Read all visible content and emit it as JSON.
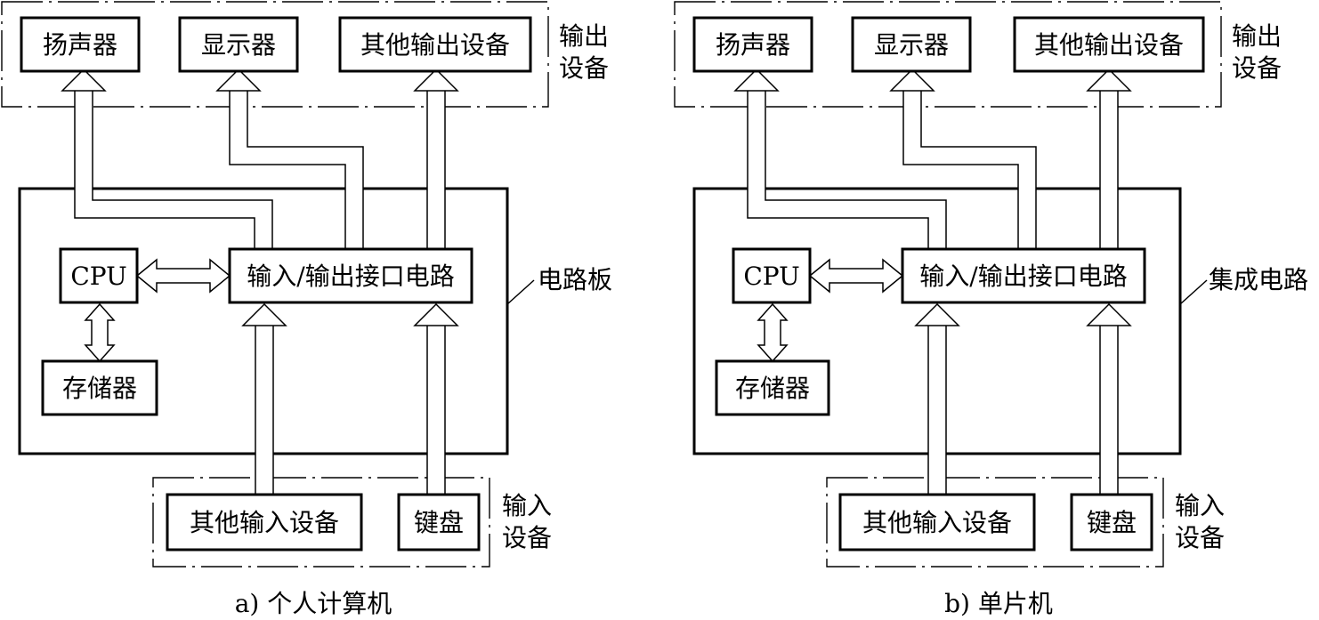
{
  "diagrams": [
    {
      "id": "a",
      "caption": "a) 个人计算机",
      "board_label": "电路板",
      "output_group_label": [
        "输出",
        "设备"
      ],
      "input_group_label": [
        "输入",
        "设备"
      ],
      "blocks": {
        "speaker": "扬声器",
        "display": "显示器",
        "other_output": "其他输出设备",
        "cpu": "CPU",
        "io": "输入/输出接口电路",
        "memory": "存储器",
        "other_input": "其他输入设备",
        "keyboard": "键盘"
      }
    },
    {
      "id": "b",
      "caption": "b) 单片机",
      "board_label": "集成电路",
      "output_group_label": [
        "输出",
        "设备"
      ],
      "input_group_label": [
        "输入",
        "设备"
      ],
      "blocks": {
        "speaker": "扬声器",
        "display": "显示器",
        "other_output": "其他输出设备",
        "cpu": "CPU",
        "io": "输入/输出接口电路",
        "memory": "存储器",
        "other_input": "其他输入设备",
        "keyboard": "键盘"
      }
    }
  ]
}
